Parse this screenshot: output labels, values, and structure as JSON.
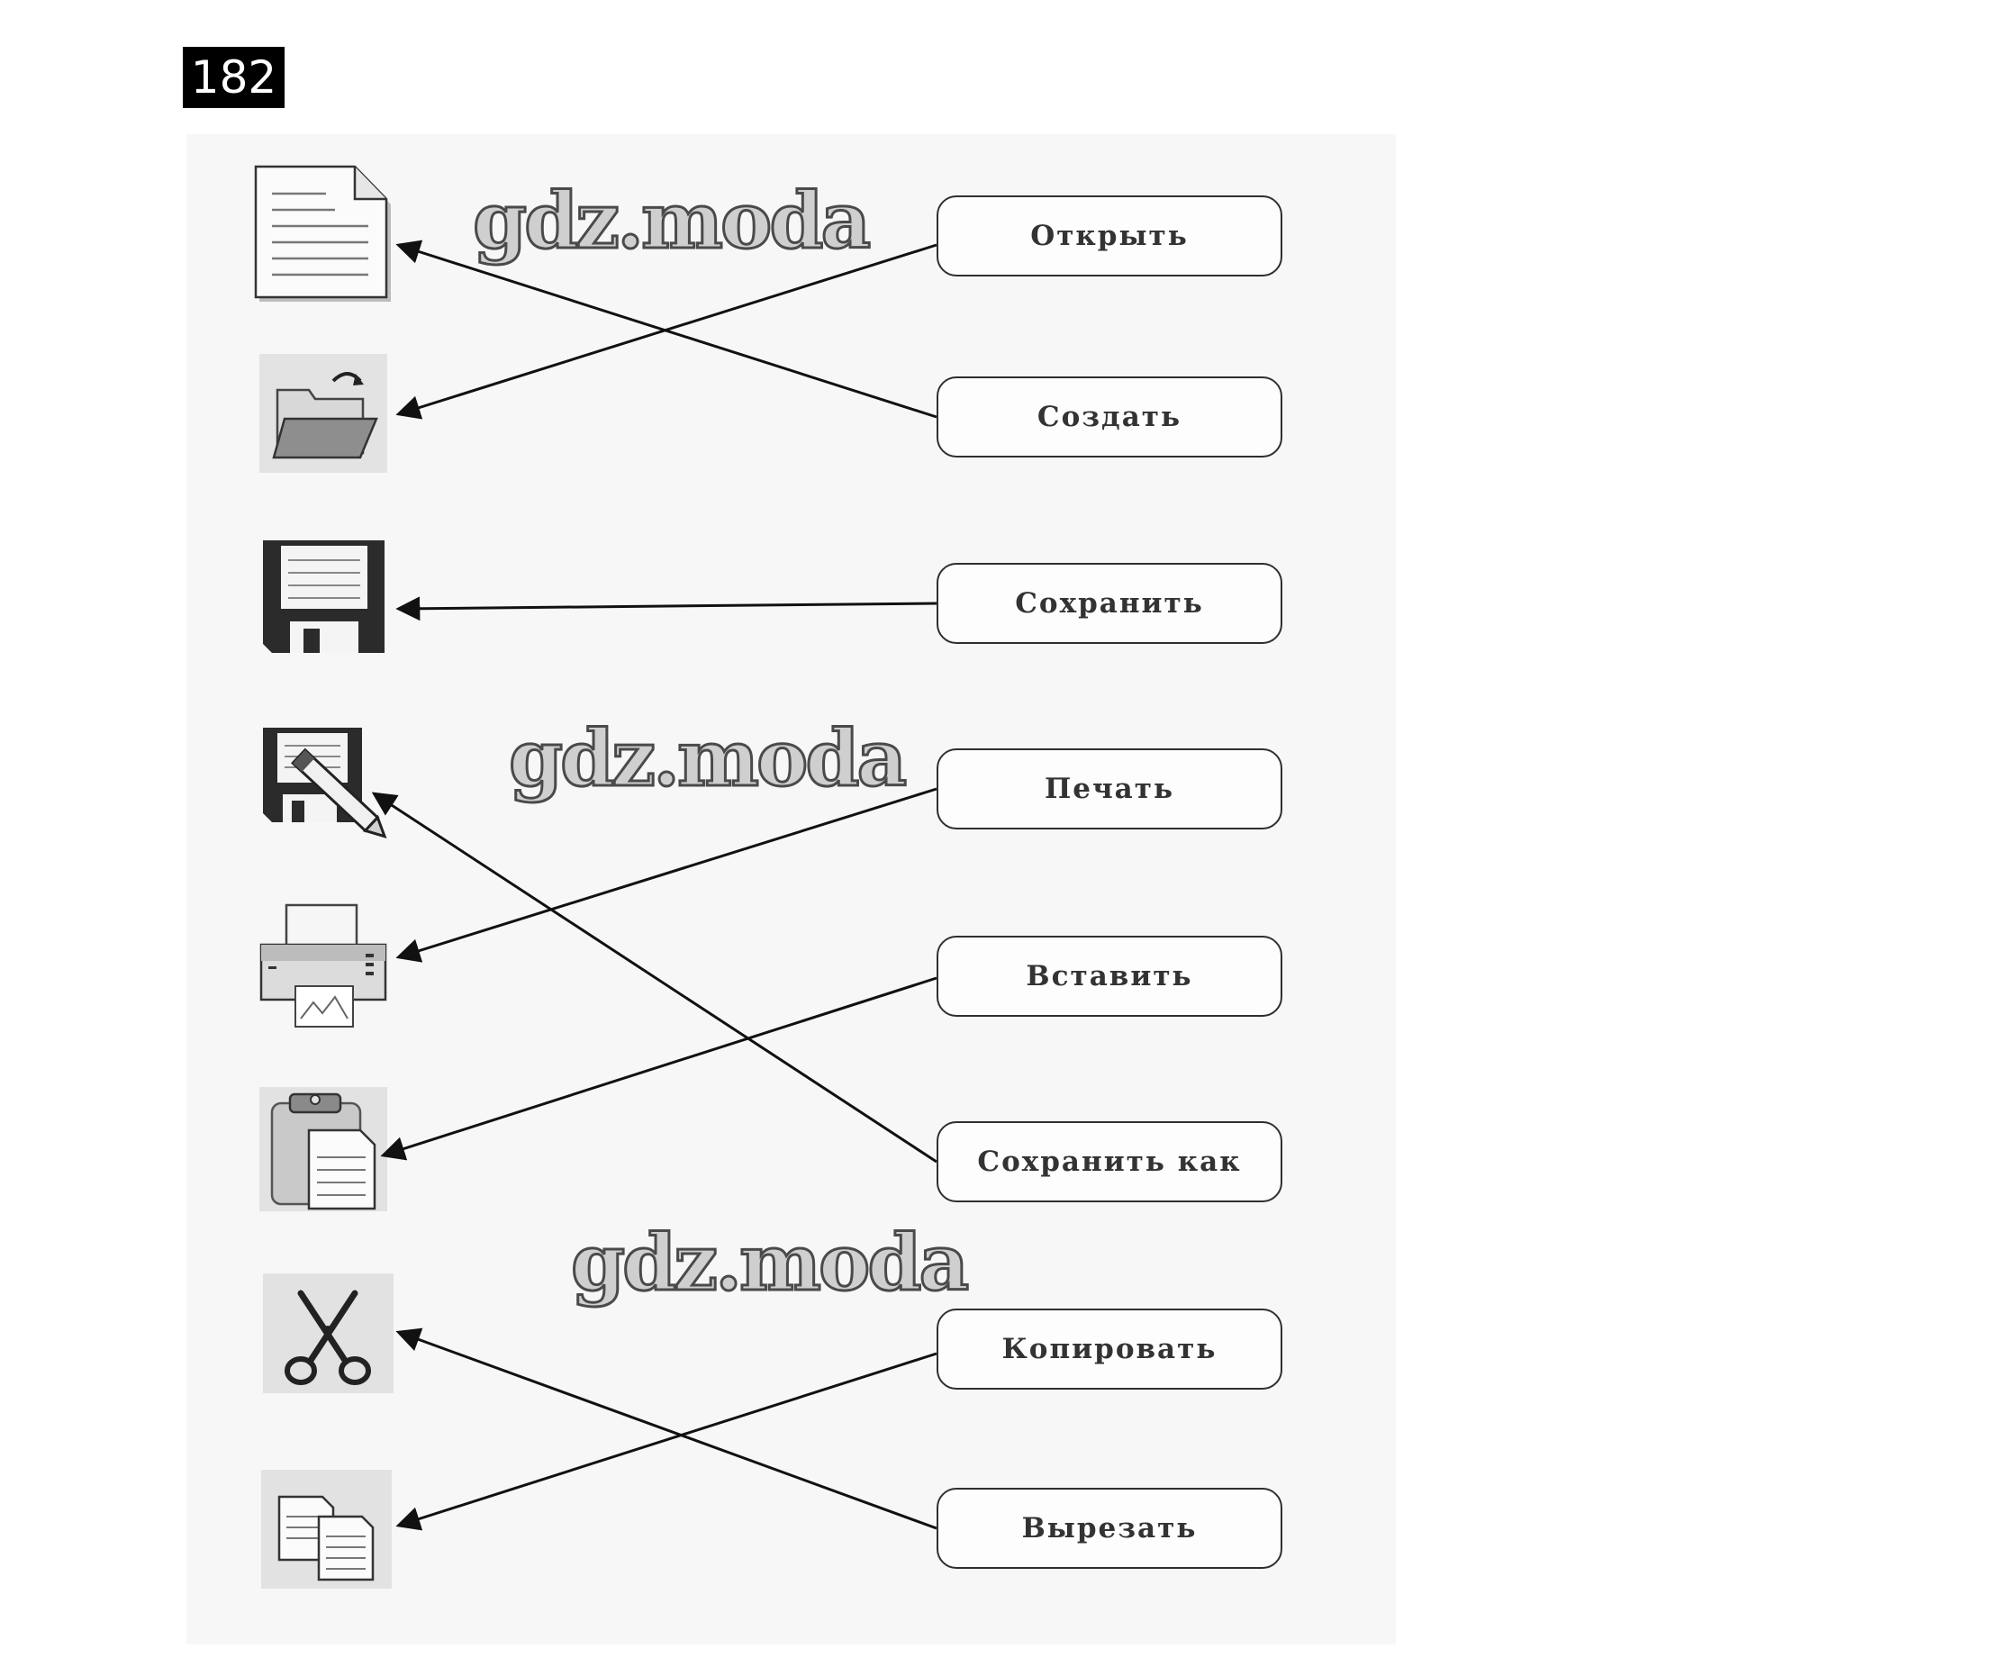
{
  "task_number": "182",
  "watermark": "gdz.moda",
  "commands": [
    {
      "id": "open",
      "label": "Открыть"
    },
    {
      "id": "create",
      "label": "Создать"
    },
    {
      "id": "save",
      "label": "Сохранить"
    },
    {
      "id": "print",
      "label": "Печать"
    },
    {
      "id": "paste",
      "label": "Вставить"
    },
    {
      "id": "save-as",
      "label": "Сохранить как"
    },
    {
      "id": "copy",
      "label": "Копировать"
    },
    {
      "id": "cut",
      "label": "Вырезать"
    }
  ],
  "icons": [
    "new-document-icon",
    "open-folder-icon",
    "floppy-disk-icon",
    "floppy-disk-pencil-icon",
    "printer-icon",
    "clipboard-paste-icon",
    "scissors-icon",
    "copy-documents-icon"
  ],
  "connections": [
    {
      "command": "open",
      "icon": "open-folder-icon"
    },
    {
      "command": "create",
      "icon": "new-document-icon"
    },
    {
      "command": "save",
      "icon": "floppy-disk-icon"
    },
    {
      "command": "print",
      "icon": "printer-icon"
    },
    {
      "command": "paste",
      "icon": "clipboard-paste-icon"
    },
    {
      "command": "save-as",
      "icon": "floppy-disk-pencil-icon"
    },
    {
      "command": "copy",
      "icon": "copy-documents-icon"
    },
    {
      "command": "cut",
      "icon": "scissors-icon"
    }
  ]
}
